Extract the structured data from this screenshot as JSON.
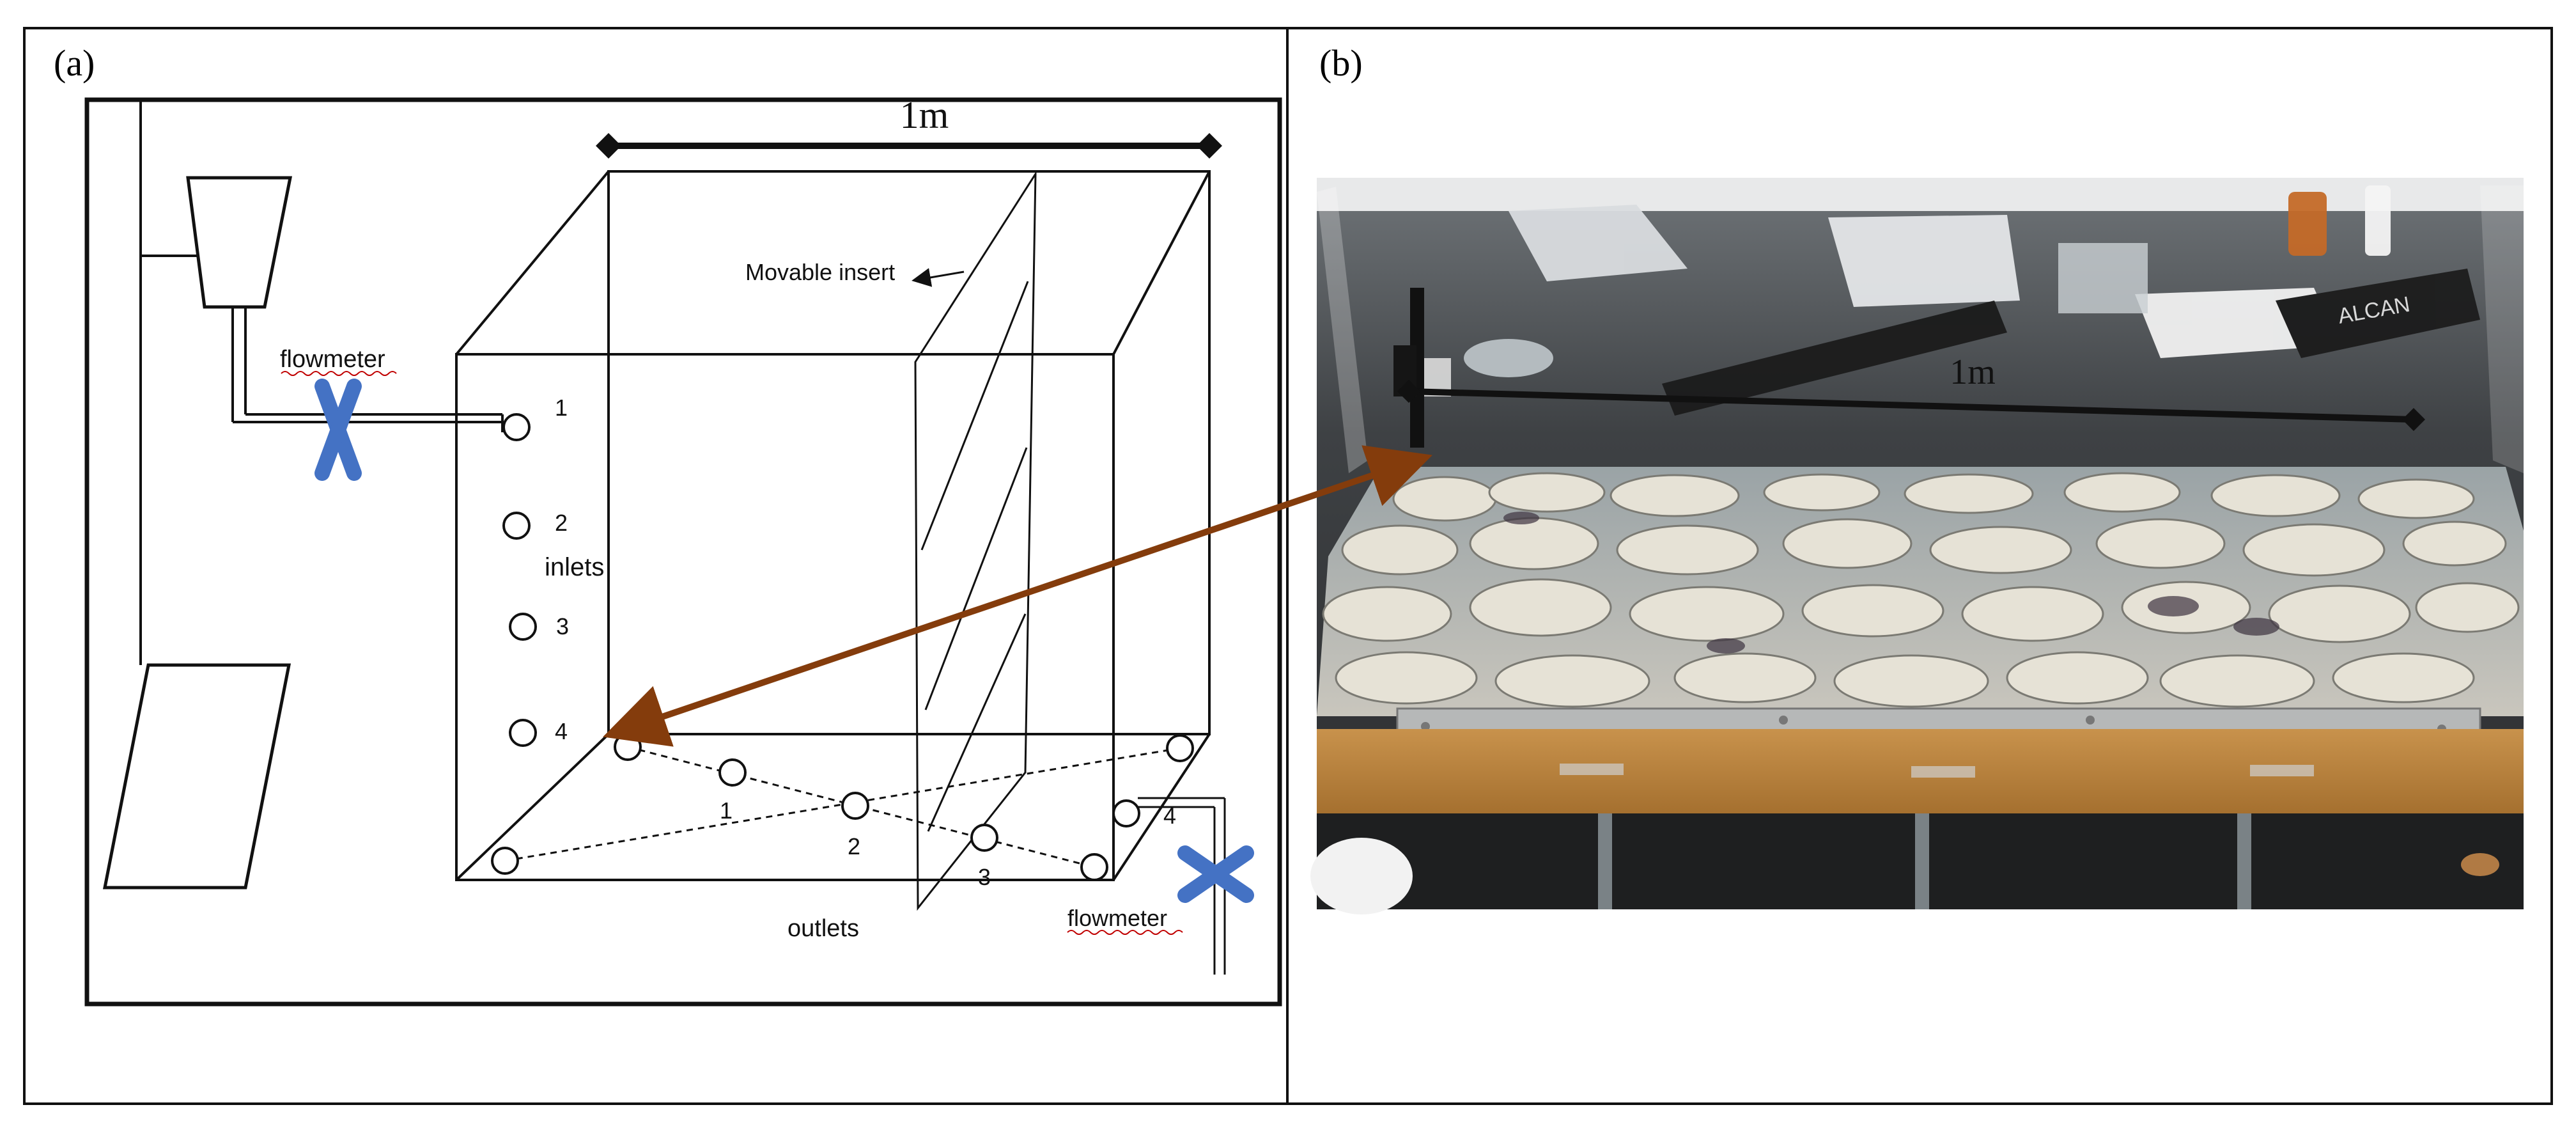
{
  "panel_a": {
    "label": "(a)",
    "scale_label": "1m",
    "insert_label": "Movable insert",
    "flowmeter_top_label": "flowmeter",
    "flowmeter_bottom_label": "flowmeter",
    "inlets_label": "inlets",
    "outlets_label": "outlets",
    "inlet_numbers": [
      "1",
      "2",
      "3",
      "4"
    ],
    "outlet_numbers": [
      "1",
      "2",
      "3",
      "4"
    ]
  },
  "panel_b": {
    "label": "(b)",
    "scale_label": "1m"
  },
  "colors": {
    "valve": "#4472c4",
    "arrow": "#843c0c",
    "line": "#111111",
    "wood": "#b8833f",
    "water": "#cbd3d6"
  }
}
